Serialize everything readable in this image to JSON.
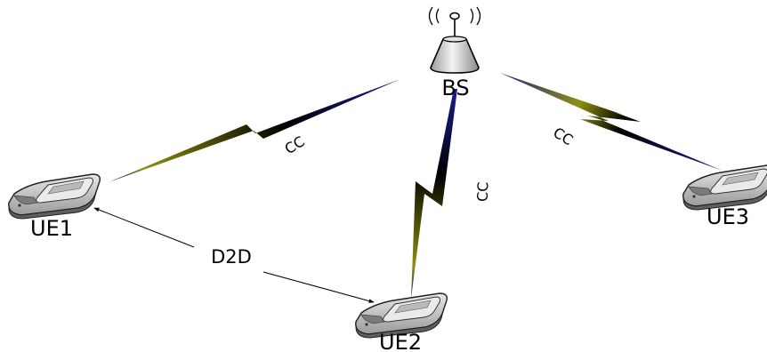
{
  "nodes": {
    "bs": {
      "label": "BS",
      "icon": "base-station-icon"
    },
    "ue1": {
      "label": "UE1",
      "icon": "mobile-phone-icon"
    },
    "ue2": {
      "label": "UE2",
      "icon": "mobile-phone-icon"
    },
    "ue3": {
      "label": "UE3",
      "icon": "mobile-phone-icon"
    }
  },
  "links": {
    "cc_ue1": {
      "label": "CC"
    },
    "cc_ue2": {
      "label": "CC"
    },
    "cc_ue3": {
      "label": "CC"
    },
    "d2d": {
      "label": "D2D"
    }
  },
  "colors": {
    "link_gradient_start": "#1a1f8c",
    "link_gradient_mid": "#8f8f10",
    "link_gradient_end": "#000000",
    "phone_body": "#c8c8c8",
    "phone_dark": "#6e6e6e",
    "tower_body": "#d9d9d9"
  }
}
